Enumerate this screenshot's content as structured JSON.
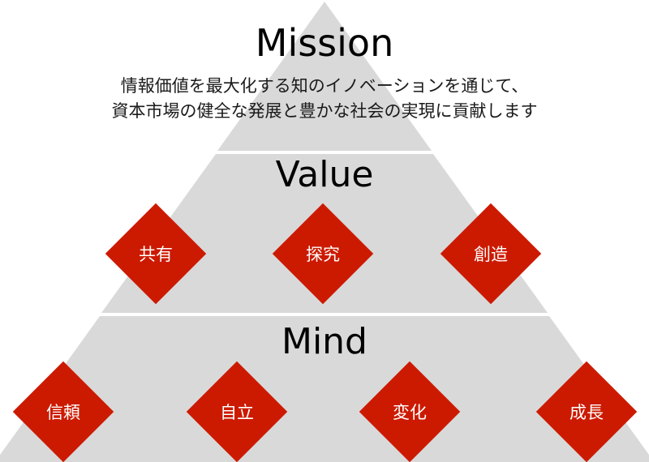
{
  "colors": {
    "tier_fill": "#d9d9d9",
    "divider": "#ffffff",
    "diamond_fill": "#cc1a00",
    "diamond_text": "#ffffff"
  },
  "mission": {
    "title": "Mission",
    "lines": [
      "情報価値を最大化する知のイノベーションを通じて、",
      "資本市場の健全な発展と豊かな社会の実現に貢献します"
    ]
  },
  "value": {
    "title": "Value",
    "items": [
      "共有",
      "探究",
      "創造"
    ]
  },
  "mind": {
    "title": "Mind",
    "items": [
      "信頼",
      "自立",
      "変化",
      "成長"
    ]
  }
}
